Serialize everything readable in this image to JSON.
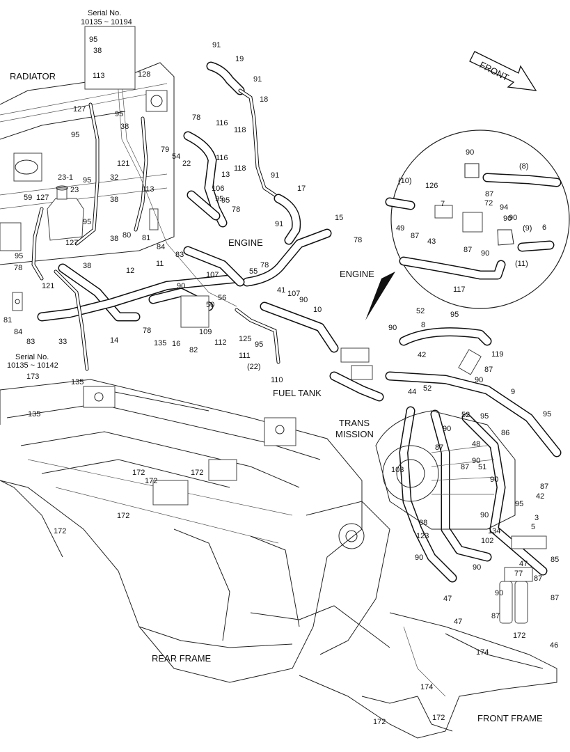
{
  "titles": {
    "radiator": "RADIATOR",
    "engine_a": "ENGINE",
    "engine_b": "ENGINE",
    "fuel_tank": "FUEL TANK",
    "trans_line1": "TRANS",
    "trans_line2": "MISSION",
    "rear_frame": "REAR FRAME",
    "front_frame": "FRONT FRAME",
    "front_arrow": "FRONT"
  },
  "serial_notes": [
    {
      "label": "Serial No.",
      "range": "10135 ~ 10194"
    },
    {
      "label": "Serial No.",
      "range": "10135 ~ 10142"
    }
  ],
  "callouts": [
    "95",
    "38",
    "113",
    "128",
    "91",
    "19",
    "91",
    "18",
    "127",
    "95",
    "38",
    "78",
    "116",
    "118",
    "116",
    "118",
    "79",
    "54",
    "22",
    "13",
    "91",
    "17",
    "95",
    "121",
    "106",
    "95",
    "78",
    "23-1",
    "59",
    "127",
    "23",
    "95",
    "32",
    "95",
    "38",
    "113",
    "80",
    "95",
    "38",
    "127",
    "81",
    "84",
    "83",
    "11",
    "91",
    "15",
    "78",
    "95",
    "78",
    "38",
    "12",
    "55",
    "121",
    "14",
    "81",
    "84",
    "83",
    "33",
    "107",
    "90",
    "50",
    "56",
    "78",
    "41",
    "107",
    "90",
    "10",
    "78",
    "135",
    "16",
    "82",
    "109",
    "112",
    "125",
    "95",
    "111",
    "(22)",
    "110",
    "173",
    "135",
    "135",
    "172",
    "172",
    "172",
    "172",
    "172",
    "172",
    "174",
    "172",
    "174",
    "172",
    "46",
    "90",
    "(8)",
    "(10)",
    "126",
    "87",
    "7",
    "72",
    "94",
    "90",
    "49",
    "87",
    "43",
    "90",
    "(9)",
    "6",
    "87",
    "90",
    "(11)",
    "117",
    "52",
    "8",
    "95",
    "90",
    "119",
    "42",
    "87",
    "90",
    "44",
    "52",
    "9",
    "95",
    "52",
    "95",
    "86",
    "90",
    "48",
    "87",
    "90",
    "103",
    "87",
    "51",
    "90",
    "42",
    "90",
    "87",
    "95",
    "88",
    "3",
    "123",
    "134",
    "5",
    "90",
    "102",
    "47",
    "77",
    "85",
    "90",
    "87",
    "47",
    "90",
    "87",
    "47",
    "87"
  ]
}
